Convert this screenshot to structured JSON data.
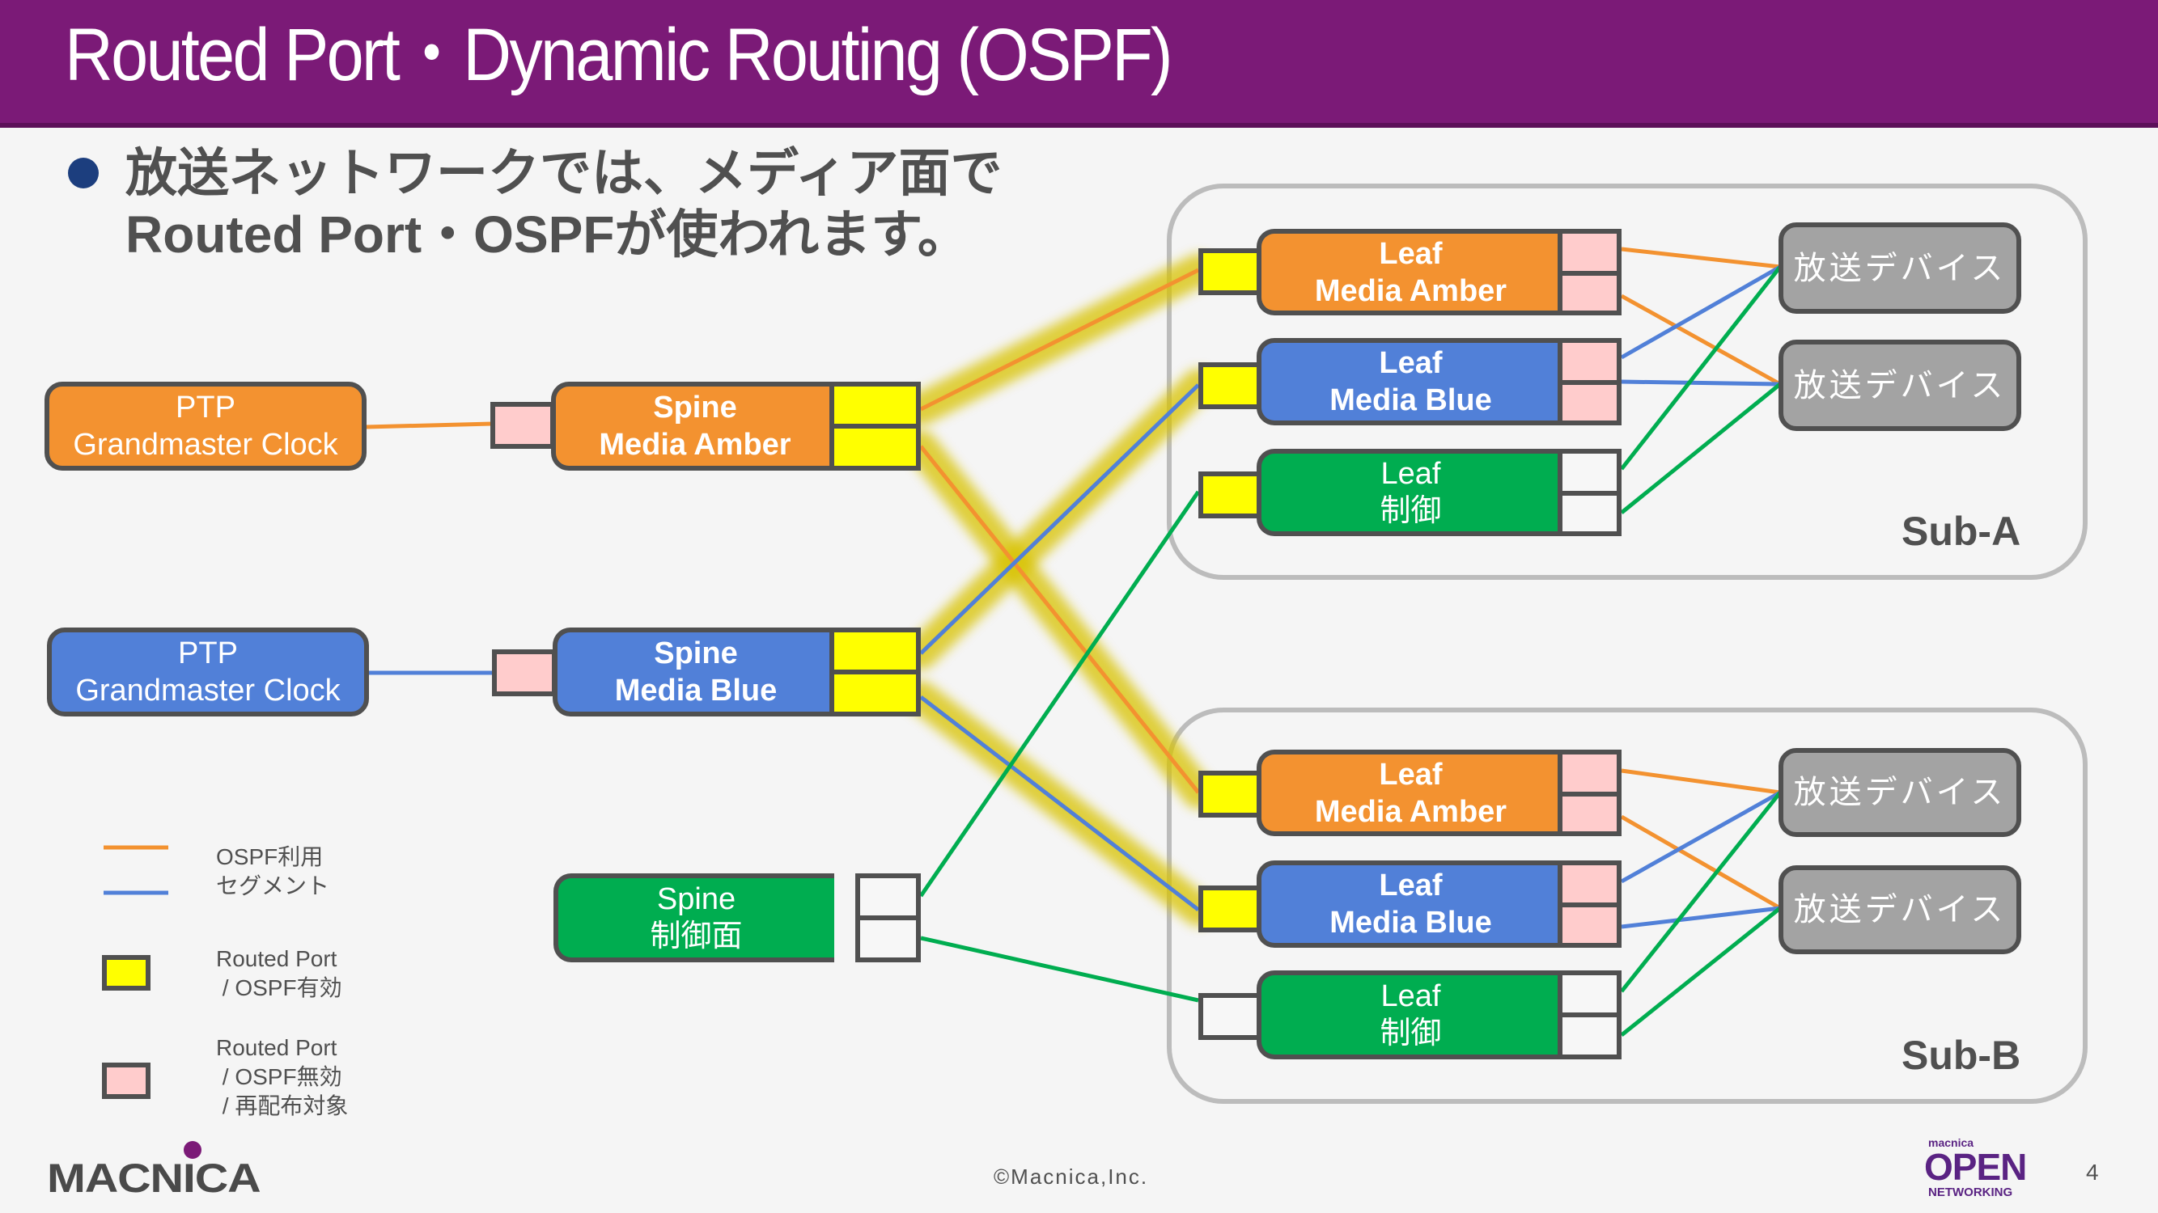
{
  "slide": {
    "title": "Routed Port・Dynamic Routing (OSPF)",
    "bullet": "放送ネットワークでは、メディア面で\nRouted Port・OSPFが使われます。",
    "page_number": "4",
    "copyright": "©Macnica,Inc.",
    "logo_text": "MACNICA",
    "open_networking": {
      "small": "macnica",
      "main": "OPEN",
      "sub": "NETWORKING"
    }
  },
  "colors": {
    "amber": "#f39230",
    "blue": "#5180d8",
    "green": "#00ad50",
    "device": "#a3a3a3",
    "port_ospf": "#ffff00",
    "port_redistribute": "#ffcccc",
    "port_plain": "#f7f7f7",
    "glow": "#d8c200",
    "title_bar": "#7b1a77",
    "bullet": "#1c3e7e"
  },
  "nodes": {
    "ptp_amber": {
      "line1": "PTP",
      "line2": "Grandmaster Clock"
    },
    "ptp_blue": {
      "line1": "PTP",
      "line2": "Grandmaster Clock"
    },
    "spine_amber": {
      "line1": "Spine",
      "line2": "Media Amber"
    },
    "spine_blue": {
      "line1": "Spine",
      "line2": "Media Blue"
    },
    "spine_ctrl": {
      "line1": "Spine",
      "line2": "制御面"
    },
    "sub_a": {
      "label": "Sub-A",
      "leaf_amber": {
        "line1": "Leaf",
        "line2": "Media Amber"
      },
      "leaf_blue": {
        "line1": "Leaf",
        "line2": "Media Blue"
      },
      "leaf_ctrl": {
        "line1": "Leaf",
        "line2": "制御"
      },
      "device1": "放送デバイス",
      "device2": "放送デバイス"
    },
    "sub_b": {
      "label": "Sub-B",
      "leaf_amber": {
        "line1": "Leaf",
        "line2": "Media Amber"
      },
      "leaf_blue": {
        "line1": "Leaf",
        "line2": "Media Blue"
      },
      "leaf_ctrl": {
        "line1": "Leaf",
        "line2": "制御"
      },
      "device1": "放送デバイス",
      "device2": "放送デバイス"
    }
  },
  "links": [
    {
      "from": "ptp_amber",
      "to": "spine_amber",
      "color": "amber",
      "ospf": false
    },
    {
      "from": "ptp_blue",
      "to": "spine_blue",
      "color": "blue",
      "ospf": false
    },
    {
      "from": "spine_amber",
      "to": "sub_a.leaf_amber",
      "color": "amber",
      "ospf": true
    },
    {
      "from": "spine_amber",
      "to": "sub_b.leaf_amber",
      "color": "amber",
      "ospf": true
    },
    {
      "from": "spine_blue",
      "to": "sub_a.leaf_blue",
      "color": "blue",
      "ospf": true
    },
    {
      "from": "spine_blue",
      "to": "sub_b.leaf_blue",
      "color": "blue",
      "ospf": true
    },
    {
      "from": "spine_ctrl",
      "to": "sub_a.leaf_ctrl",
      "color": "green",
      "ospf": false
    },
    {
      "from": "spine_ctrl",
      "to": "sub_b.leaf_ctrl",
      "color": "green",
      "ospf": false
    },
    {
      "from": "sub_a.leaf_amber",
      "to": "sub_a.device1",
      "color": "amber",
      "ospf": false
    },
    {
      "from": "sub_a.leaf_amber",
      "to": "sub_a.device2",
      "color": "amber",
      "ospf": false
    },
    {
      "from": "sub_a.leaf_blue",
      "to": "sub_a.device1",
      "color": "blue",
      "ospf": false
    },
    {
      "from": "sub_a.leaf_blue",
      "to": "sub_a.device2",
      "color": "blue",
      "ospf": false
    },
    {
      "from": "sub_a.leaf_ctrl",
      "to": "sub_a.device1",
      "color": "green",
      "ospf": false
    },
    {
      "from": "sub_a.leaf_ctrl",
      "to": "sub_a.device2",
      "color": "green",
      "ospf": false
    },
    {
      "from": "sub_b.leaf_amber",
      "to": "sub_b.device1",
      "color": "amber",
      "ospf": false
    },
    {
      "from": "sub_b.leaf_amber",
      "to": "sub_b.device2",
      "color": "amber",
      "ospf": false
    },
    {
      "from": "sub_b.leaf_blue",
      "to": "sub_b.device1",
      "color": "blue",
      "ospf": false
    },
    {
      "from": "sub_b.leaf_blue",
      "to": "sub_b.device2",
      "color": "blue",
      "ospf": false
    },
    {
      "from": "sub_b.leaf_ctrl",
      "to": "sub_b.device1",
      "color": "green",
      "ospf": false
    },
    {
      "from": "sub_b.leaf_ctrl",
      "to": "sub_b.device2",
      "color": "green",
      "ospf": false
    }
  ],
  "legend": {
    "ospf_segment": "OSPF利用\nセグメント",
    "routed_ospf_on": "Routed Port\n / OSPF有効",
    "routed_ospf_off": "Routed Port\n / OSPF無効\n / 再配布対象"
  }
}
